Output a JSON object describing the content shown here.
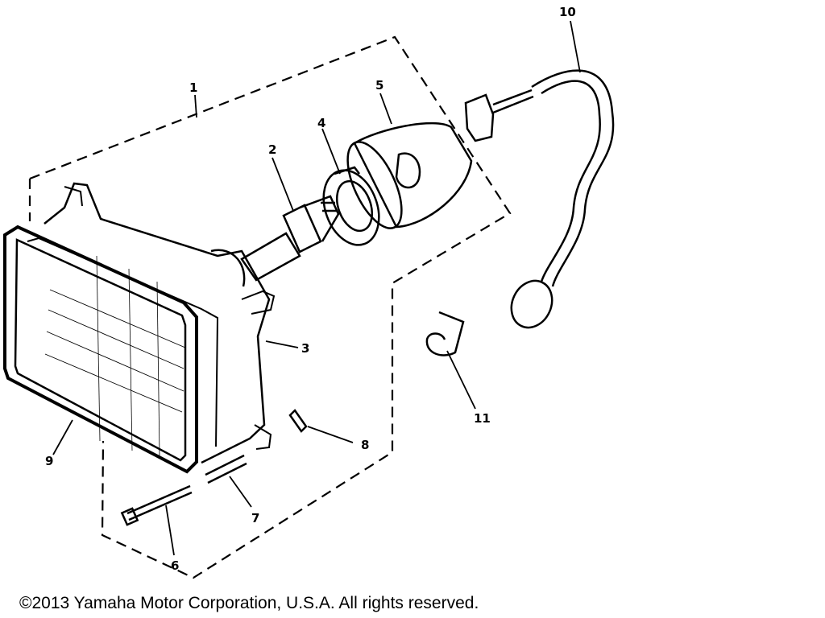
{
  "diagram": {
    "callouts": [
      "1",
      "2",
      "3",
      "4",
      "5",
      "6",
      "7",
      "8",
      "9",
      "10",
      "11"
    ]
  },
  "footer": {
    "copyright": "©2013 Yamaha Motor Corporation, U.S.A. All rights reserved."
  }
}
